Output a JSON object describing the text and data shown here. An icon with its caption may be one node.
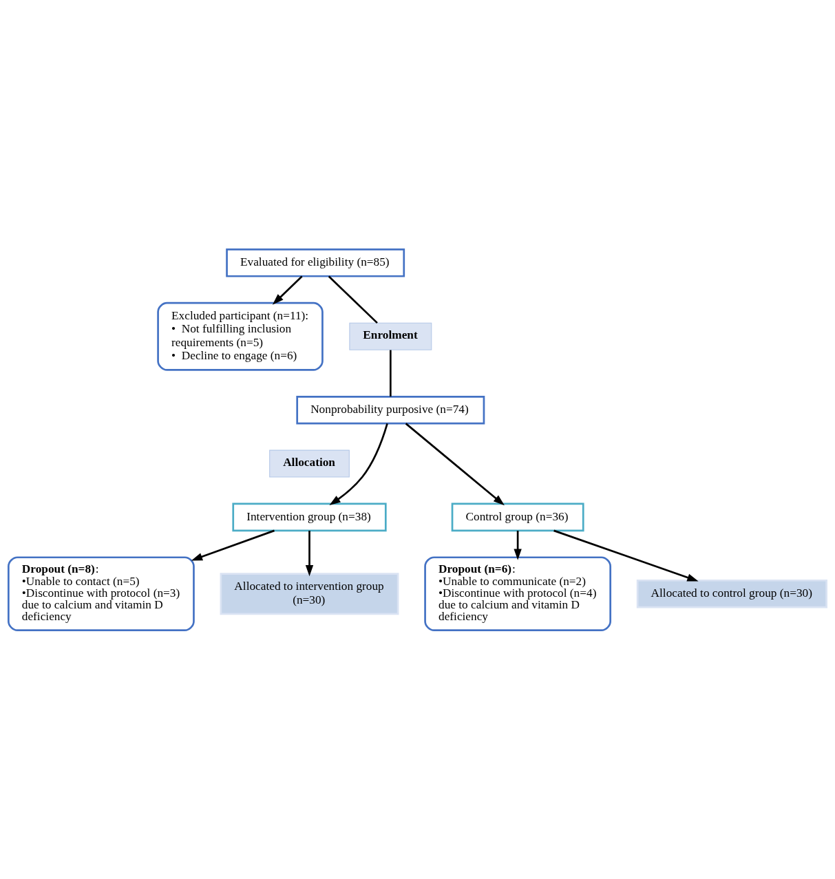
{
  "diagram": {
    "nodes": [
      {
        "text": [
          "Evaluated for eligibility (n=85)"
        ]
      },
      {
        "text": [
          "Excluded participant (n=11):",
          "•  Not fulfilling inclusion requirements (n=5)",
          "•  Decline to engage (n=6)"
        ]
      },
      {
        "text": [
          "Enrolment"
        ]
      },
      {
        "text": [
          "Nonprobability purposive (n=74)"
        ]
      },
      {
        "text": [
          "Allocation"
        ]
      },
      {
        "text": [
          "Intervention group (n=38)"
        ]
      },
      {
        "text": [
          "Control group (n=36)"
        ]
      },
      {
        "text": [
          "**Dropout (n=8)**:",
          "•Unable to contact (n=5)",
          "•Discontinue with protocol (n=3) due to calcium and vitamin D deficiency"
        ]
      },
      {
        "text": [
          "**Dropout (n=6)**:",
          "•Unable to communicate (n=2)",
          "•Discontinue with protocol (n=4) due to calcium and vitamin D deficiency"
        ]
      },
      {
        "text": [
          "Allocated to intervention group (n=30)"
        ]
      },
      {
        "text": [
          "Allocated to control group (n=30)"
        ]
      }
    ],
    "edges": [
      {
        "from": 0,
        "to": 2,
        "arrow": "none"
      },
      {
        "from": 0,
        "to": 1,
        "arrow": "to"
      },
      {
        "from": 2,
        "to": 3,
        "arrow": "none"
      },
      {
        "from": 3,
        "to": 5,
        "arrow": "to"
      },
      {
        "from": 3,
        "to": 6,
        "arrow": "to"
      },
      {
        "from": 5,
        "to": 7,
        "arrow": "to"
      },
      {
        "from": 5,
        "to": 9,
        "arrow": "to"
      },
      {
        "from": 6,
        "to": 8,
        "arrow": "to"
      },
      {
        "from": 6,
        "to": 10,
        "arrow": "to"
      }
    ]
  }
}
